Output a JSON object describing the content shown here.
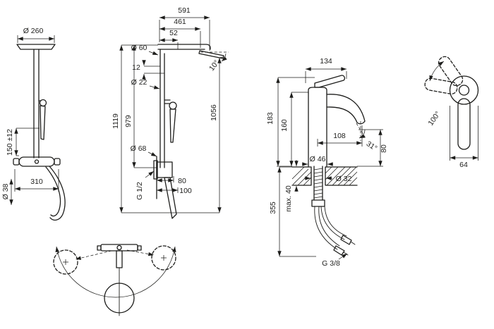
{
  "page": {
    "background": "#ffffff",
    "line_color": "#1d1d1b"
  },
  "showerpipe_front": {
    "head_diameter": "Ø 260",
    "height_adjustment": "150 ±12",
    "hose_diameter": "Ø 38",
    "valve_width": "310"
  },
  "showerpipe_side": {
    "arm_reach_total": "591",
    "arm_reach": "461",
    "arm_offset": "52",
    "wall_escutcheon_diameter": "Ø 60",
    "arm_drop": "12",
    "riser_diameter": "Ø 22",
    "height_total": "1119",
    "height_riser": "979",
    "height_overhead": "1056",
    "head_tilt_angle": "10°",
    "valve_escutcheon_diameter": "Ø 68",
    "wall_depth_min": "80",
    "wall_depth_max": "100",
    "connection_thread": "G 1/2"
  },
  "mixer_side": {
    "width_top": "134",
    "height_total": "183",
    "height_body": "160",
    "spout_reach": "108",
    "spout_angle": "31°",
    "spout_height": "80",
    "base_diameter": "Ø 46",
    "hole_diameter": "Ø 32",
    "hose_drop": "355",
    "deck_thickness_max": "max. 40",
    "connection_thread": "G 3/8"
  },
  "mixer_top": {
    "handle_swivel_angle": "100°",
    "handle_width": "64"
  }
}
